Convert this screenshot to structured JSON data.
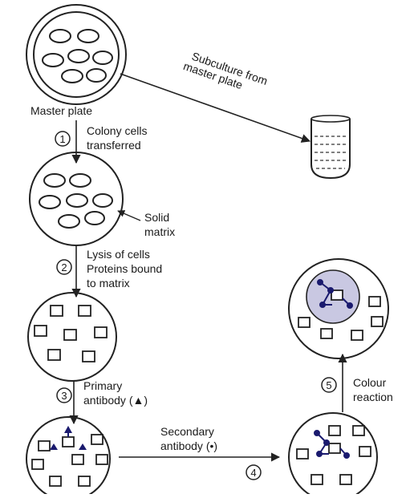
{
  "diagram": {
    "master_plate_label": "Master plate",
    "subculture_label": [
      "Subculture from",
      "master plate"
    ],
    "steps": [
      {
        "number": "1",
        "lines": [
          "Colony cells",
          "transferred"
        ]
      },
      {
        "number": "2",
        "lines": [
          "Lysis of cells",
          "Proteins bound",
          "to matrix"
        ]
      },
      {
        "number": "3",
        "lines": [
          "Primary",
          "antibody (▲)"
        ]
      },
      {
        "number": "4",
        "lines": [
          "Secondary",
          "antibody (•)"
        ]
      },
      {
        "number": "5",
        "lines": [
          "Colour",
          "reaction"
        ]
      }
    ],
    "solid_matrix_label": [
      "Solid",
      "matrix"
    ]
  }
}
